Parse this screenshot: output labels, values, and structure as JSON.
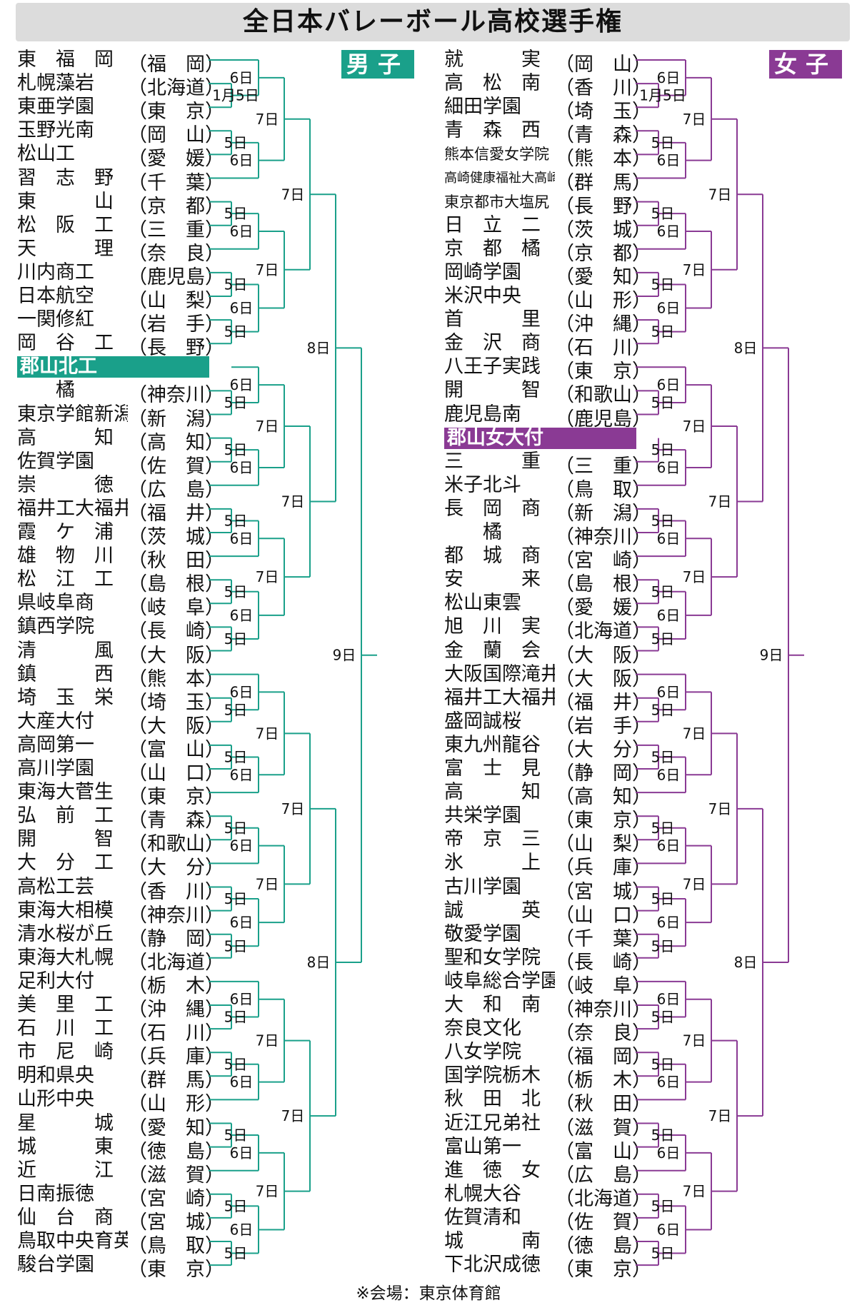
{
  "title": "全日本バレーボール高校選手権",
  "note": "※会場：東京体育館",
  "colors": {
    "boys": "#1aa08a",
    "girls": "#8a3a94",
    "title_bg": "#dcdcdc"
  },
  "boys": {
    "label": "男子",
    "highlight_index": 13,
    "teams": [
      {
        "name": "東　福　岡",
        "pref": "（福　岡）"
      },
      {
        "name": "札幌藻岩",
        "pref": "（北海道）"
      },
      {
        "name": "東亜学園",
        "pref": "（東　京）"
      },
      {
        "name": "玉野光南",
        "pref": "（岡　山）"
      },
      {
        "name": "松山工",
        "pref": "（愛　媛）"
      },
      {
        "name": "習　志　野",
        "pref": "（千　葉）"
      },
      {
        "name": "東　　　山",
        "pref": "（京　都）"
      },
      {
        "name": "松　阪　工",
        "pref": "（三　重）"
      },
      {
        "name": "天　　　理",
        "pref": "（奈　良）"
      },
      {
        "name": "川内商工",
        "pref": "（鹿児島）"
      },
      {
        "name": "日本航空",
        "pref": "（山　梨）"
      },
      {
        "name": "一関修紅",
        "pref": "（岩　手）"
      },
      {
        "name": "岡　谷　工",
        "pref": "（長　野）"
      },
      {
        "name": "郡山北工",
        "pref": ""
      },
      {
        "name": "　　橘",
        "pref": "（神奈川）"
      },
      {
        "name": "東京学館新潟",
        "pref": "（新　潟）"
      },
      {
        "name": "高　　　知",
        "pref": "（高　知）"
      },
      {
        "name": "佐賀学園",
        "pref": "（佐　賀）"
      },
      {
        "name": "崇　　　徳",
        "pref": "（広　島）"
      },
      {
        "name": "福井工大福井",
        "pref": "（福　井）"
      },
      {
        "name": "霞　ケ　浦",
        "pref": "（茨　城）"
      },
      {
        "name": "雄　物　川",
        "pref": "（秋　田）"
      },
      {
        "name": "松　江　工",
        "pref": "（島　根）"
      },
      {
        "name": "県岐阜商",
        "pref": "（岐　阜）"
      },
      {
        "name": "鎮西学院",
        "pref": "（長　崎）"
      },
      {
        "name": "清　　　風",
        "pref": "（大　阪）"
      },
      {
        "name": "鎮　　　西",
        "pref": "（熊　本）"
      },
      {
        "name": "埼　玉　栄",
        "pref": "（埼　玉）"
      },
      {
        "name": "大産大付",
        "pref": "（大　阪）"
      },
      {
        "name": "高岡第一",
        "pref": "（富　山）"
      },
      {
        "name": "高川学園",
        "pref": "（山　口）"
      },
      {
        "name": "東海大菅生",
        "pref": "（東　京）"
      },
      {
        "name": "弘　前　工",
        "pref": "（青　森）"
      },
      {
        "name": "開　　　智",
        "pref": "（和歌山）"
      },
      {
        "name": "大　分　工",
        "pref": "（大　分）"
      },
      {
        "name": "高松工芸",
        "pref": "（香　川）"
      },
      {
        "name": "東海大相模",
        "pref": "（神奈川）"
      },
      {
        "name": "清水桜が丘",
        "pref": "（静　岡）"
      },
      {
        "name": "東海大札幌",
        "pref": "（北海道）"
      },
      {
        "name": "足利大付",
        "pref": "（栃　木）"
      },
      {
        "name": "美　里　工",
        "pref": "（沖　縄）"
      },
      {
        "name": "石　川　工",
        "pref": "（石　川）"
      },
      {
        "name": "市　尼　崎",
        "pref": "（兵　庫）"
      },
      {
        "name": "明和県央",
        "pref": "（群　馬）"
      },
      {
        "name": "山形中央",
        "pref": "（山　形）"
      },
      {
        "name": "星　　　城",
        "pref": "（愛　知）"
      },
      {
        "name": "城　　　東",
        "pref": "（徳　島）"
      },
      {
        "name": "近　　　江",
        "pref": "（滋　賀）"
      },
      {
        "name": "日南振徳",
        "pref": "（宮　崎）"
      },
      {
        "name": "仙　台　商",
        "pref": "（宮　城）"
      },
      {
        "name": "鳥取中央育英",
        "pref": "（鳥　取）"
      },
      {
        "name": "駿台学園",
        "pref": "（東　京）"
      }
    ]
  },
  "girls": {
    "label": "女子",
    "highlight_index": 16,
    "teams": [
      {
        "name": "就　　　実",
        "pref": "（岡　山）"
      },
      {
        "name": "高　松　南",
        "pref": "（香　川）"
      },
      {
        "name": "細田学園",
        "pref": "（埼　玉）"
      },
      {
        "name": "青　森　西",
        "pref": "（青　森）"
      },
      {
        "name": "熊本信愛女学院",
        "pref": "（熊　本）"
      },
      {
        "name": "高崎健康福祉大高崎",
        "pref": "（群　馬）"
      },
      {
        "name": "東京都市大塩尻",
        "pref": "（長　野）"
      },
      {
        "name": "日　立　二",
        "pref": "（茨　城）"
      },
      {
        "name": "京　都　橘",
        "pref": "（京　都）"
      },
      {
        "name": "岡崎学園",
        "pref": "（愛　知）"
      },
      {
        "name": "米沢中央",
        "pref": "（山　形）"
      },
      {
        "name": "首　　　里",
        "pref": "（沖　縄）"
      },
      {
        "name": "金　沢　商",
        "pref": "（石　川）"
      },
      {
        "name": "八王子実践",
        "pref": "（東　京）"
      },
      {
        "name": "開　　　智",
        "pref": "（和歌山）"
      },
      {
        "name": "鹿児島南",
        "pref": "（鹿児島）"
      },
      {
        "name": "郡山女大付",
        "pref": ""
      },
      {
        "name": "三　　　重",
        "pref": "（三　重）"
      },
      {
        "name": "米子北斗",
        "pref": "（鳥　取）"
      },
      {
        "name": "長　岡　商",
        "pref": "（新　潟）"
      },
      {
        "name": "　　橘",
        "pref": "（神奈川）"
      },
      {
        "name": "都　城　商",
        "pref": "（宮　崎）"
      },
      {
        "name": "安　　　来",
        "pref": "（島　根）"
      },
      {
        "name": "松山東雲",
        "pref": "（愛　媛）"
      },
      {
        "name": "旭　川　実",
        "pref": "（北海道）"
      },
      {
        "name": "金　蘭　会",
        "pref": "（大　阪）"
      },
      {
        "name": "大阪国際滝井",
        "pref": "（大　阪）"
      },
      {
        "name": "福井工大福井",
        "pref": "（福　井）"
      },
      {
        "name": "盛岡誠桜",
        "pref": "（岩　手）"
      },
      {
        "name": "東九州龍谷",
        "pref": "（大　分）"
      },
      {
        "name": "富　士　見",
        "pref": "（静　岡）"
      },
      {
        "name": "高　　　知",
        "pref": "（高　知）"
      },
      {
        "name": "共栄学園",
        "pref": "（東　京）"
      },
      {
        "name": "帝　京　三",
        "pref": "（山　梨）"
      },
      {
        "name": "氷　　　上",
        "pref": "（兵　庫）"
      },
      {
        "name": "古川学園",
        "pref": "（宮　城）"
      },
      {
        "name": "誠　　　英",
        "pref": "（山　口）"
      },
      {
        "name": "敬愛学園",
        "pref": "（千　葉）"
      },
      {
        "name": "聖和女学院",
        "pref": "（長　崎）"
      },
      {
        "name": "岐阜総合学園",
        "pref": "（岐　阜）"
      },
      {
        "name": "大　和　南",
        "pref": "（神奈川）"
      },
      {
        "name": "奈良文化",
        "pref": "（奈　良）"
      },
      {
        "name": "八女学院",
        "pref": "（福　岡）"
      },
      {
        "name": "国学院栃木",
        "pref": "（栃　木）"
      },
      {
        "name": "秋　田　北",
        "pref": "（秋　田）"
      },
      {
        "name": "近江兄弟社",
        "pref": "（滋　賀）"
      },
      {
        "name": "富山第一",
        "pref": "（富　山）"
      },
      {
        "name": "進　徳　女",
        "pref": "（広　島）"
      },
      {
        "name": "札幌大谷",
        "pref": "（北海道）"
      },
      {
        "name": "佐賀清和",
        "pref": "（佐　賀）"
      },
      {
        "name": "城　　　南",
        "pref": "（徳　島）"
      },
      {
        "name": "下北沢成徳",
        "pref": "（東　京）"
      }
    ]
  },
  "round_labels": {
    "r1": "1月5日",
    "r5": "5日",
    "r6": "6日",
    "r7": "7日",
    "r8": "8日",
    "r9": "9日"
  }
}
